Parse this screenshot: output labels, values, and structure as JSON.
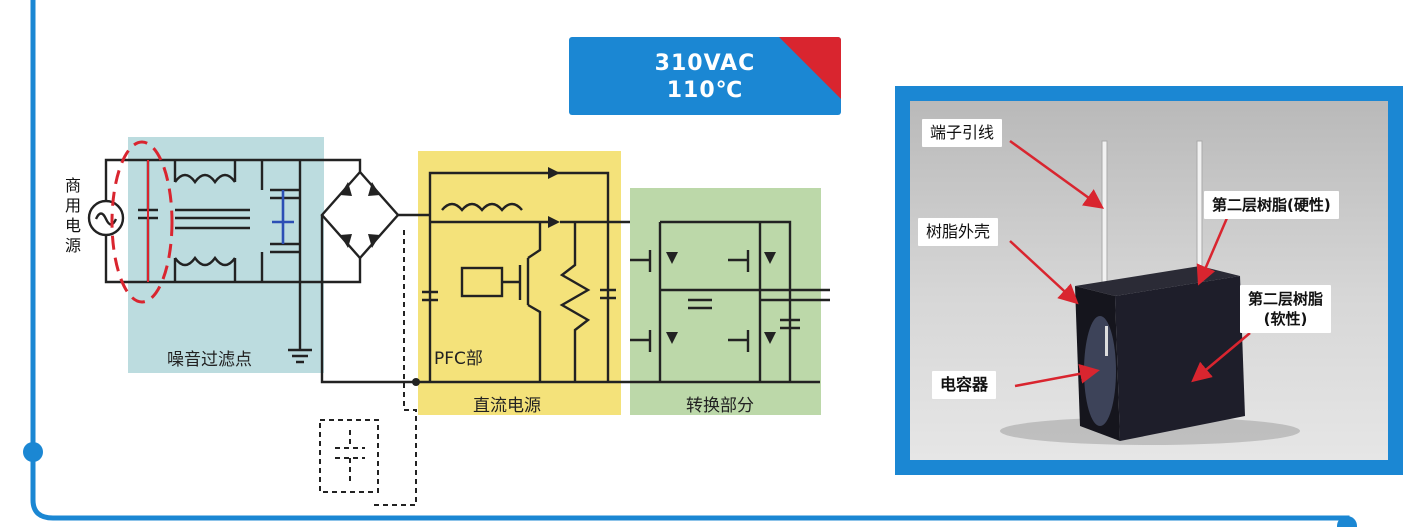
{
  "circuit": {
    "source_label": "商用电源",
    "noise_filter_label": "噪音过滤点",
    "pfc_label": "PFC部",
    "dc_label": "直流电源",
    "conversion_label": "转换部分"
  },
  "spec_badge": {
    "voltage": "310VAC",
    "temperature": "110℃"
  },
  "capacitor_photo": {
    "callouts": {
      "lead": "端子引线",
      "case": "树脂外壳",
      "capacitor": "电容器",
      "second_resin_hard": "第二层树脂(硬性)",
      "second_resin_soft_line1": "第二层树脂",
      "second_resin_soft_line2": "(软性)"
    }
  },
  "colors": {
    "accent_blue": "#1b87d3",
    "accent_red": "#d9252f",
    "filter_zone": "#bcdcdf",
    "pfc_zone": "#f4e27a",
    "conversion_zone": "#bcd8a9"
  }
}
